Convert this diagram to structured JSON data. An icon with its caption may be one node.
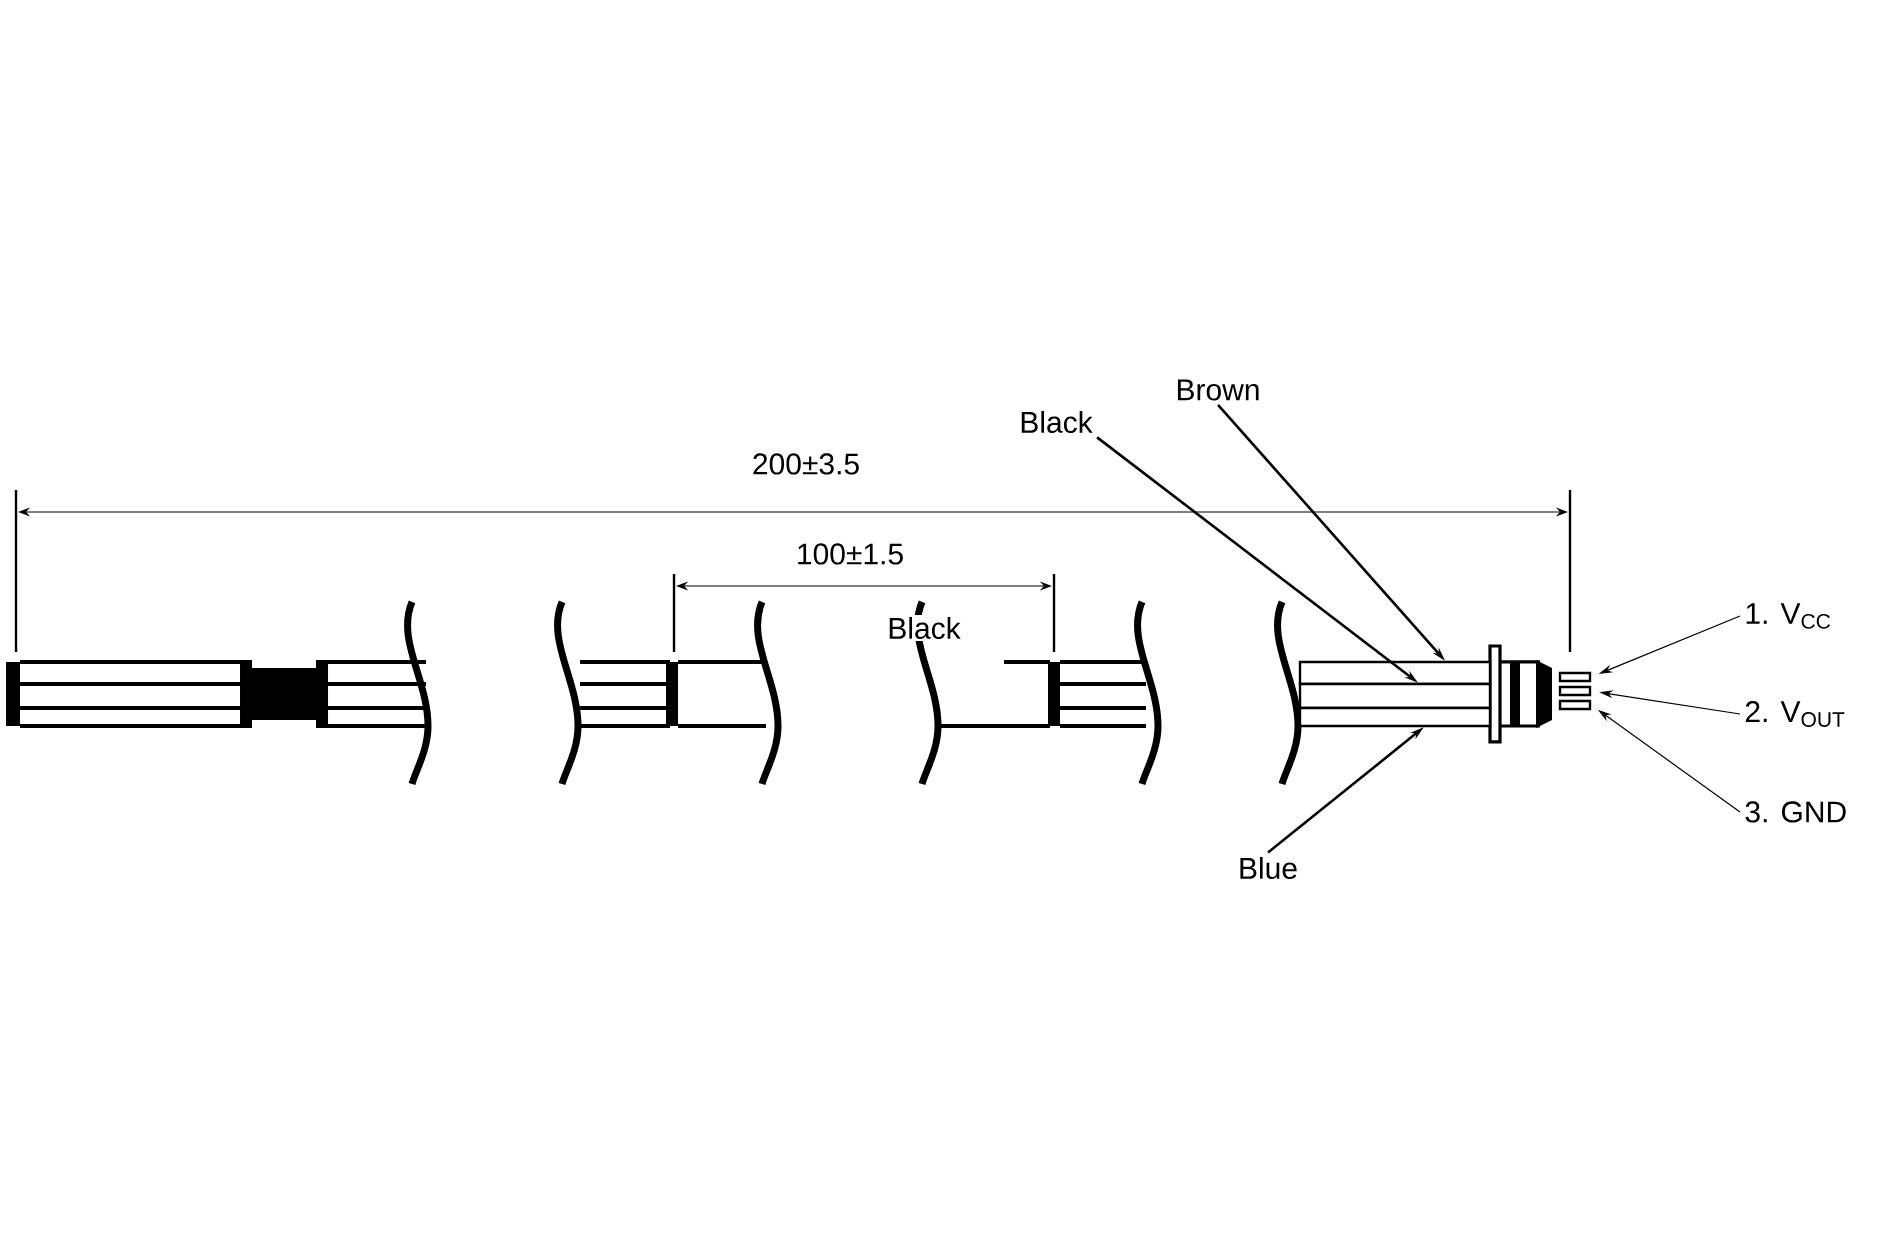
{
  "diagram": {
    "nodes": [
      {
        "text": [
          "Black"
        ]
      },
      {
        "text": [
          "Brown"
        ]
      },
      {
        "text": [
          "Blue"
        ]
      },
      {
        "text": [
          "1. V$_{CC}$"
        ]
      },
      {
        "text": [
          "2. V$_{OUT}$"
        ]
      },
      {
        "text": [
          "3. GND"
        ]
      },
      {
        "text": [],
        "shape": "bar"
      },
      {
        "text": [],
        "shape": "bar"
      },
      {
        "text": [],
        "shape": "bar"
      },
      {
        "text": [],
        "shape": "bar"
      },
      {
        "text": [],
        "shape": "bar"
      },
      {
        "text": [],
        "shape": "bar"
      }
    ],
    "edges": [
      {
        "from": 0,
        "to": 7,
        "arrow": "to"
      },
      {
        "from": 1,
        "to": 6,
        "arrow": "to"
      },
      {
        "from": 2,
        "to": 8,
        "arrow": "to"
      },
      {
        "from": 3,
        "to": 9,
        "arrow": "to"
      },
      {
        "from": 4,
        "to": 10,
        "arrow": "to"
      },
      {
        "from": 5,
        "to": 11,
        "arrow": "to"
      }
    ],
    "labels": [
      "200±3.5",
      "100±1.5",
      "Black"
    ]
  }
}
